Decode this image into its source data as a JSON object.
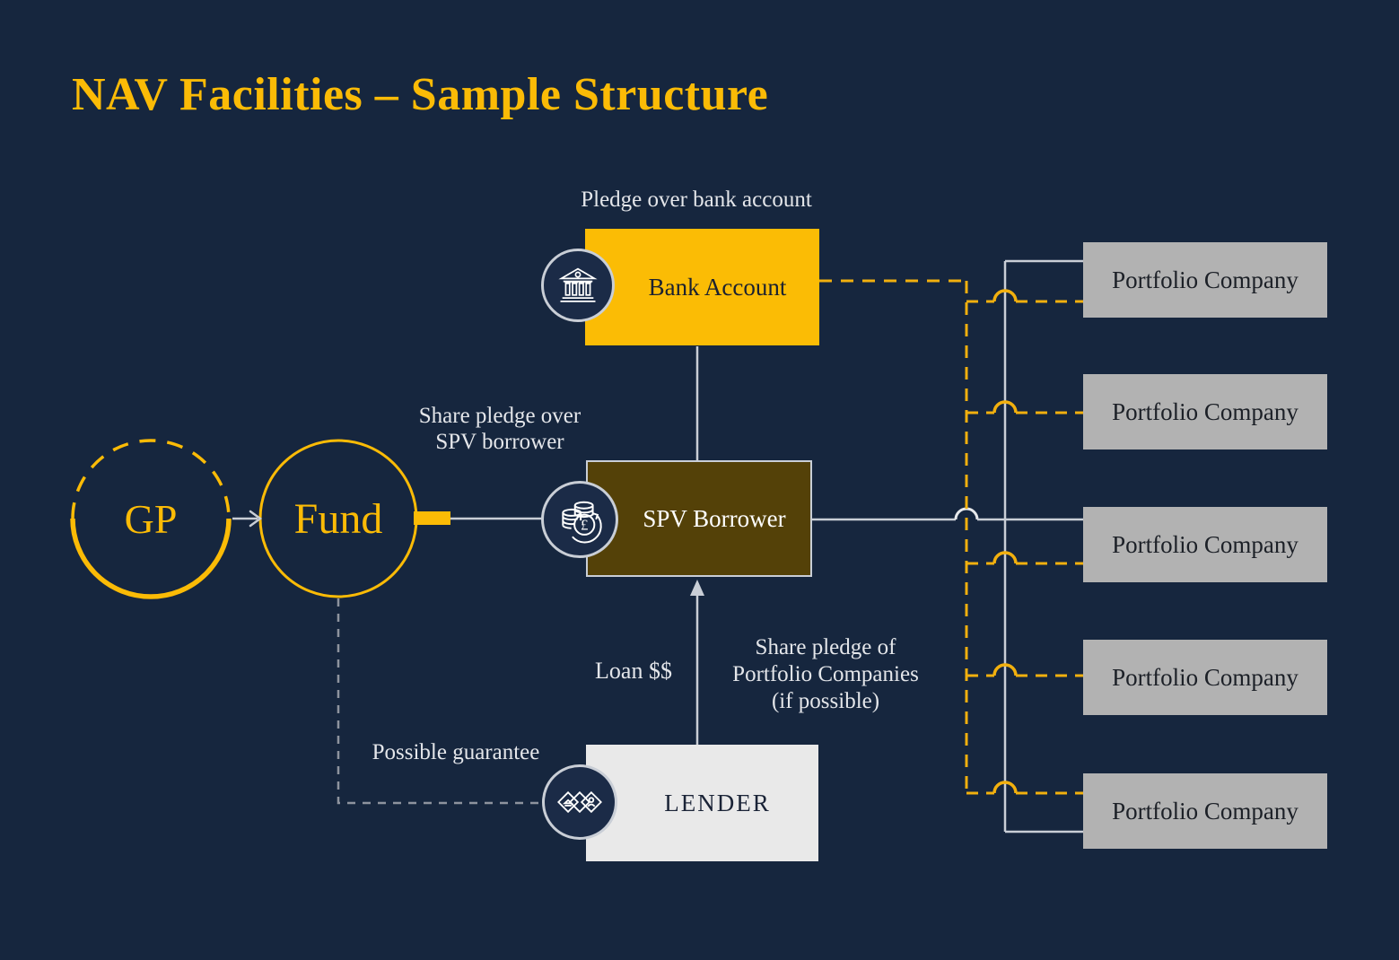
{
  "title": "NAV Facilities – Sample Structure",
  "palette": {
    "background": "#16263E",
    "gold": "#FBBB06",
    "gold_dashed_line": "#F2B00E",
    "spv_brown": "#544108",
    "portfolio_gray": "#B2B2B2",
    "lender_gray": "#E9E9E9",
    "solid_line_light": "#C9CED6",
    "guarantee_dash_gray": "#8E939E",
    "label_text_light": "#E4E6EA",
    "dark_text": "#1B2437",
    "white_text": "#FFFFFF",
    "icon_circle_fill": "#1B2B47"
  },
  "nodes": {
    "gp": {
      "label": "GP",
      "shape": "circle",
      "border_style": "dashed top, solid bottom"
    },
    "fund": {
      "label": "Fund",
      "shape": "circle",
      "border_style": "solid"
    },
    "bank_account": {
      "label": "Bank Account",
      "icon": "bank-building-icon"
    },
    "spv_borrower": {
      "label": "SPV Borrower",
      "icon": "coins-pound-icon"
    },
    "lender": {
      "label": "LENDER",
      "icon": "syndicate-network-icon"
    },
    "portfolio_companies": [
      "Portfolio Company",
      "Portfolio Company",
      "Portfolio Company",
      "Portfolio Company",
      "Portfolio Company"
    ]
  },
  "edge_labels": {
    "pledge_over_bank_account": "Pledge over bank account",
    "share_pledge_over_spv": "Share pledge over\nSPV borrower",
    "loan": "Loan $$",
    "share_pledge_of_portfolio": "Share pledge of\nPortfolio Companies\n(if possible)",
    "possible_guarantee": "Possible guarantee"
  },
  "edges": [
    {
      "from": "GP",
      "to": "Fund",
      "style": "solid gray arrow"
    },
    {
      "from": "Fund",
      "to": "SPV Borrower",
      "style": "solid gray with gold stub",
      "label": "Share pledge over SPV borrower"
    },
    {
      "from": "Bank Account",
      "to": "SPV Borrower",
      "style": "solid gray",
      "label": "Pledge over bank account"
    },
    {
      "from": "LENDER",
      "to": "SPV Borrower",
      "style": "solid gray arrow up",
      "label": "Loan $$"
    },
    {
      "from": "Fund",
      "to": "LENDER",
      "style": "dashed gray",
      "label": "Possible guarantee"
    },
    {
      "from": "SPV Borrower",
      "to": "Portfolio Companies 1,3,5",
      "style": "solid gray bracket trunk"
    },
    {
      "from": "Bank Account",
      "to": "Portfolio Companies 1-5",
      "style": "dashed gold trunk with hops",
      "label": "Share pledge of Portfolio Companies (if possible)"
    }
  ]
}
